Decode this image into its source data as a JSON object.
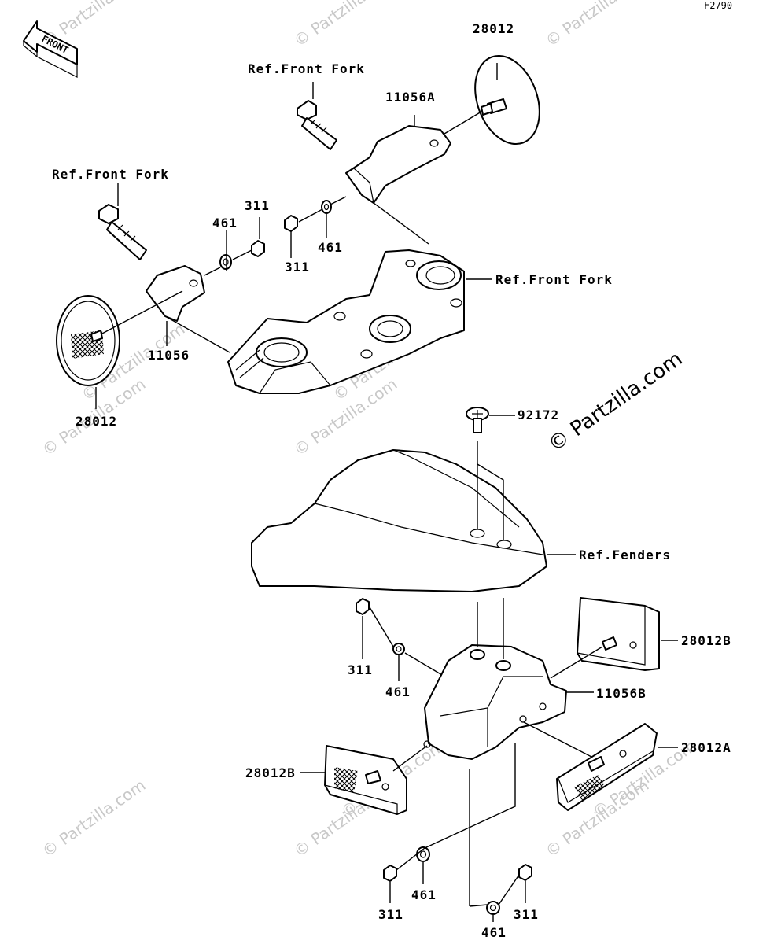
{
  "figure_code": "F2790",
  "front_arrow_label": "FRONT",
  "watermark": {
    "text": "© Partzilla.com",
    "highlight_text": "© Partzilla.com"
  },
  "labels": {
    "ref_front_fork_top": "Ref.Front Fork",
    "ref_front_fork_left": "Ref.Front Fork",
    "ref_front_fork_right": "Ref.Front Fork",
    "ref_fenders": "Ref.Fenders",
    "p28012_top": "28012",
    "p28012_left": "28012",
    "p11056A": "11056A",
    "p11056": "11056",
    "p311_a": "311",
    "p461_a": "461",
    "p311_b": "311",
    "p461_b": "461",
    "p92172": "92172",
    "p311_c": "311",
    "p461_c": "461",
    "p11056B": "11056B",
    "p28012B_right": "28012B",
    "p28012A": "28012A",
    "p28012B_left": "28012B",
    "p311_d": "311",
    "p461_d": "461",
    "p461_e": "461",
    "p311_e": "311"
  }
}
